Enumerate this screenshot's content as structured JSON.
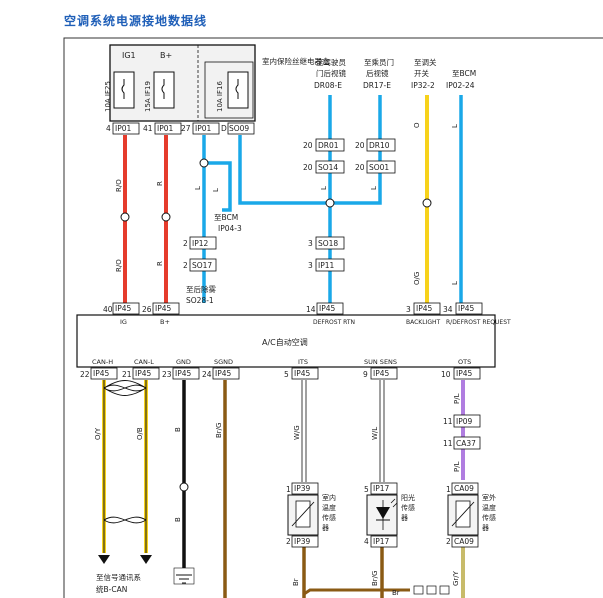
{
  "title": "空调系统电源接地数据线",
  "fusebox": {
    "col_labels": [
      "IG1",
      "B+"
    ],
    "fuses": [
      "10A IF25",
      "15A IF19",
      "10A IF16"
    ],
    "name": "室内保险丝继电器盒",
    "pins": [
      "4",
      "IP01",
      "41",
      "IP01",
      "27",
      "IP01",
      "D",
      "SO09"
    ]
  },
  "top_dest": {
    "dr08": [
      "至驾驶员",
      "门后视镜",
      "DR08-E"
    ],
    "dr17": [
      "至乘员门",
      "后视镜",
      "DR17-E"
    ],
    "ip32": [
      "至调关",
      "开关",
      "IP32-2"
    ],
    "ip02": [
      "至BCM",
      "IP02-24"
    ]
  },
  "connectors": {
    "dr01": [
      "20",
      "DR01"
    ],
    "drr10": [
      "20",
      "DR10"
    ],
    "so14": [
      "20",
      "SO14"
    ],
    "so01": [
      "20",
      "SO01"
    ],
    "ip12": [
      "2",
      "IP12"
    ],
    "so17": [
      "2",
      "SO17"
    ],
    "so18": [
      "3",
      "SO18"
    ],
    "ip11": [
      "3",
      "IP11"
    ],
    "ip09": [
      "11",
      "IP09"
    ],
    "ca37": [
      "11",
      "CA37"
    ]
  },
  "side_dest": {
    "bcm": [
      "至BCM",
      "IP04-3"
    ],
    "rear": [
      "至后除雾",
      "SO28-1"
    ]
  },
  "wire_codes": {
    "ro1": "R/O",
    "ro2": "R/O",
    "r1": "R",
    "r2": "R",
    "l": "L",
    "o": "O",
    "og": "O/G",
    "oy": "O/Y",
    "ob": "O/B",
    "b": "B",
    "brg": "Br/G",
    "wg": "W/G",
    "wl": "W/L",
    "pl": "P/L",
    "br": "Br",
    "gry": "Gr/Y"
  },
  "ac": {
    "name": "A/C自动空调",
    "top_pins": [
      {
        "num": "40",
        "conn": "IP45",
        "sig": "IG"
      },
      {
        "num": "26",
        "conn": "IP45",
        "sig": "B+"
      },
      {
        "num": "14",
        "conn": "IP45",
        "sig": "DEFROST RTN"
      },
      {
        "num": "3",
        "conn": "IP45",
        "sig": "BACKLIGHT"
      },
      {
        "num": "34",
        "conn": "IP45",
        "sig": "R/DEFROST REQUEST"
      }
    ],
    "bottom_pins": [
      {
        "num": "22",
        "conn": "IP45",
        "sig": "CAN-H"
      },
      {
        "num": "21",
        "conn": "IP45",
        "sig": "CAN-L"
      },
      {
        "num": "23",
        "conn": "IP45",
        "sig": "GND"
      },
      {
        "num": "24",
        "conn": "IP45",
        "sig": "SGND"
      },
      {
        "num": "5",
        "conn": "IP45",
        "sig": "ITS"
      },
      {
        "num": "9",
        "conn": "IP45",
        "sig": "SUN SENS"
      },
      {
        "num": "10",
        "conn": "IP45",
        "sig": "OTS"
      }
    ]
  },
  "sensors": {
    "its": {
      "top": [
        "1",
        "IP39"
      ],
      "bot": [
        "2",
        "IP39"
      ],
      "name": [
        "室内",
        "温度",
        "传感",
        "器"
      ]
    },
    "sun": {
      "top": [
        "5",
        "IP17"
      ],
      "bot": [
        "4",
        "IP17"
      ],
      "name": [
        "阳光",
        "传感",
        "器"
      ]
    },
    "ots": {
      "top": [
        "1",
        "CA09"
      ],
      "bot": [
        "2",
        "CA09"
      ],
      "name": [
        "室外",
        "温度",
        "传感",
        "器"
      ]
    }
  },
  "can_dest": [
    "至信号通讯系",
    "统B-CAN"
  ],
  "colors": {
    "red": "#e53b2c",
    "blue": "#1aa8e8",
    "yellow": "#f7d21b",
    "brown": "#8a5a14",
    "purple": "#b07de0",
    "olive": "#c8bb6a"
  }
}
